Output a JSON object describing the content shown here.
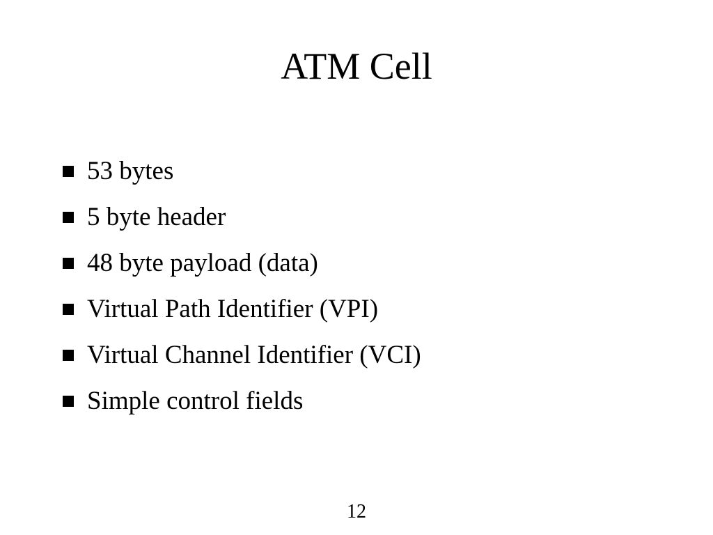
{
  "slide": {
    "title": "ATM Cell",
    "bullets": [
      "53 bytes",
      "5 byte header",
      "48 byte payload (data)",
      "Virtual Path Identifier (VPI)",
      "Virtual Channel Identifier (VCI)",
      "Simple control fields"
    ],
    "page_number": "12"
  }
}
